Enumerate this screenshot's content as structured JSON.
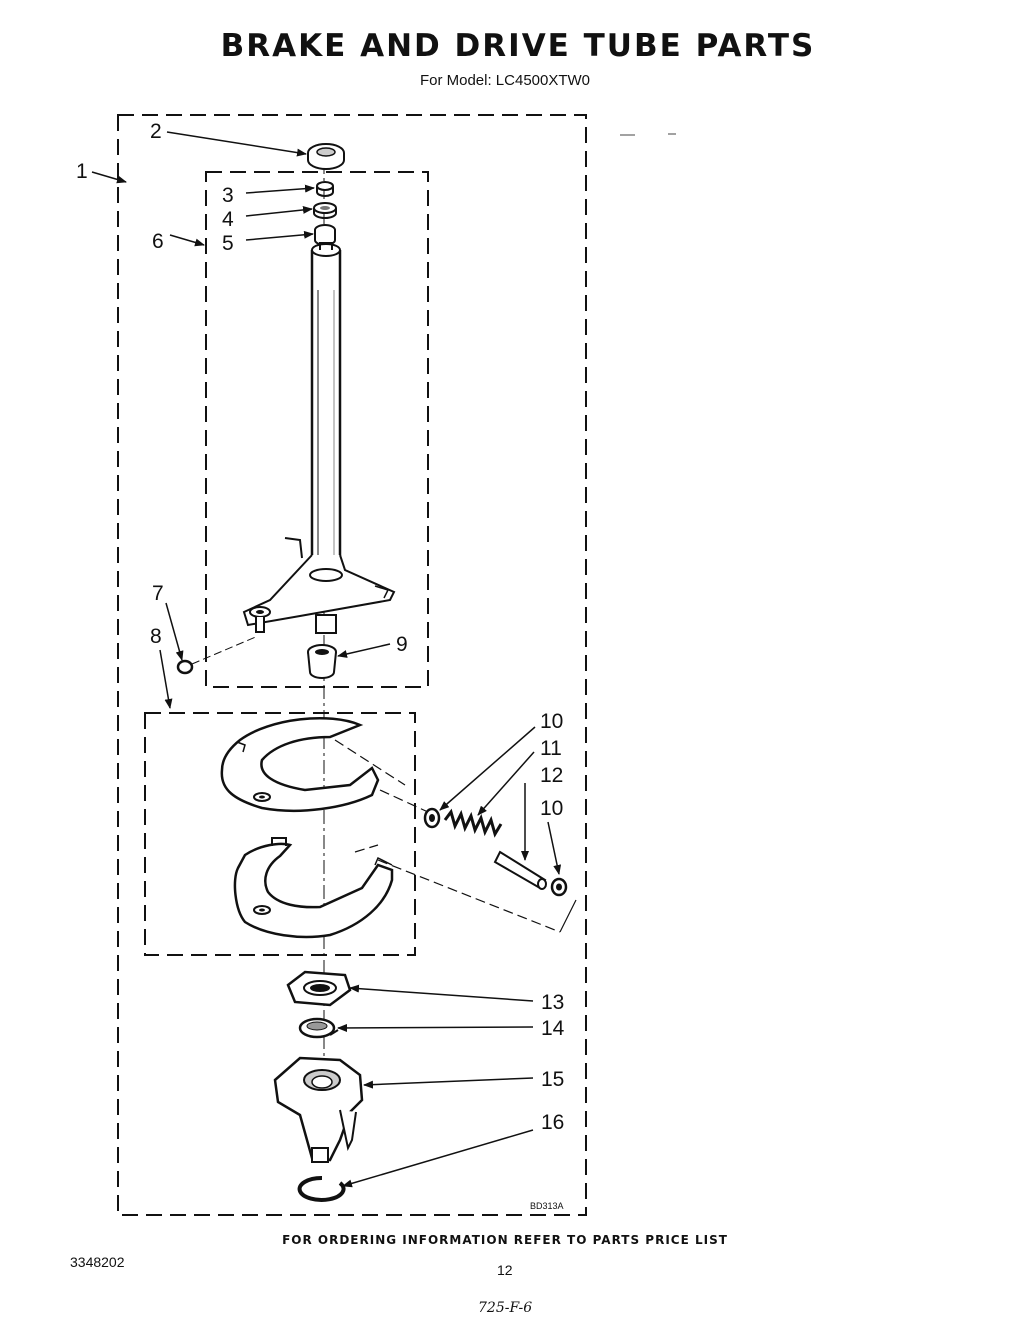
{
  "header": {
    "title": "BRAKE AND DRIVE TUBE PARTS",
    "subtitle": "For Model:  LC4500XTW0"
  },
  "callouts": [
    "1",
    "2",
    "3",
    "4",
    "5",
    "6",
    "7",
    "8",
    "9",
    "10",
    "11",
    "12",
    "10",
    "13",
    "14",
    "15",
    "16"
  ],
  "diagram_code": "BD313A",
  "footer": {
    "ordering_note": "FOR ORDERING INFORMATION REFER TO PARTS PRICE LIST",
    "document_number": "3348202",
    "page_number": "12",
    "handwritten_note": "725-F-6"
  }
}
